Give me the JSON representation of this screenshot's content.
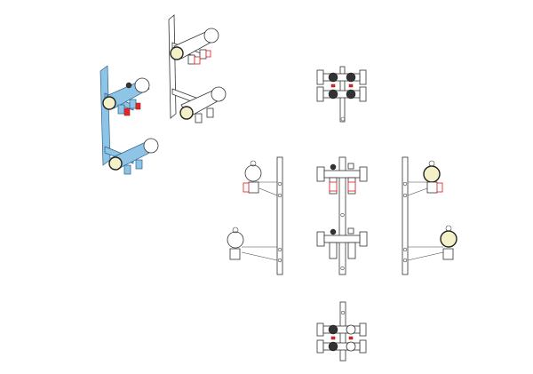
{
  "drawing": {
    "views": [
      "isometric-painted",
      "isometric-outline",
      "top",
      "left-side",
      "front",
      "right-side",
      "bottom"
    ]
  },
  "colors": {
    "rail_blue": "#8ec5e6",
    "handle_red": "#e02828",
    "outline": "#333333",
    "background": "#ffffff"
  }
}
